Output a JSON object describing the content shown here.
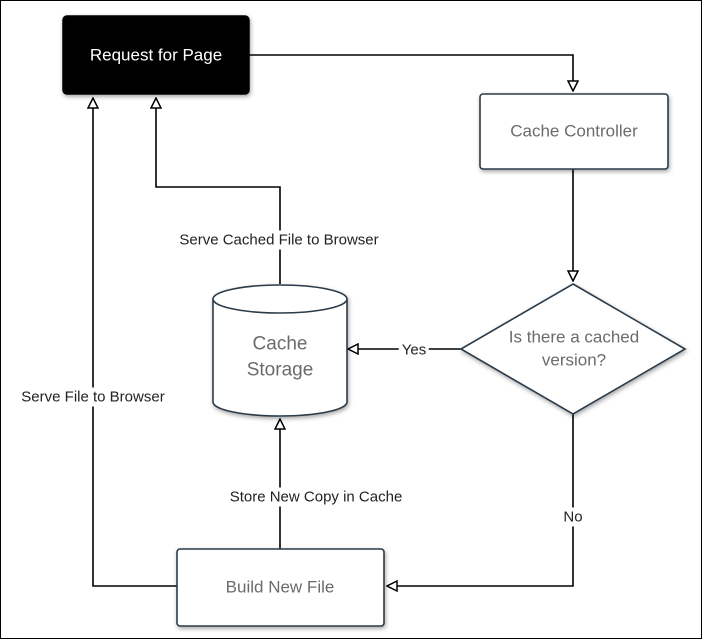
{
  "nodes": {
    "request": "Request for Page",
    "controller": "Cache Controller",
    "decision_line1": "Is there a cached",
    "decision_line2": "version?",
    "storage_line1": "Cache",
    "storage_line2": "Storage",
    "build": "Build New File"
  },
  "edges": {
    "yes": "Yes",
    "no": "No",
    "serve_cached": "Serve Cached File to Browser",
    "store_copy": "Store New Copy in Cache",
    "serve_file": "Serve File to Browser"
  },
  "colors": {
    "request_fill": "#000000",
    "node_stroke": "#2b3a4a",
    "line": "#000000"
  }
}
